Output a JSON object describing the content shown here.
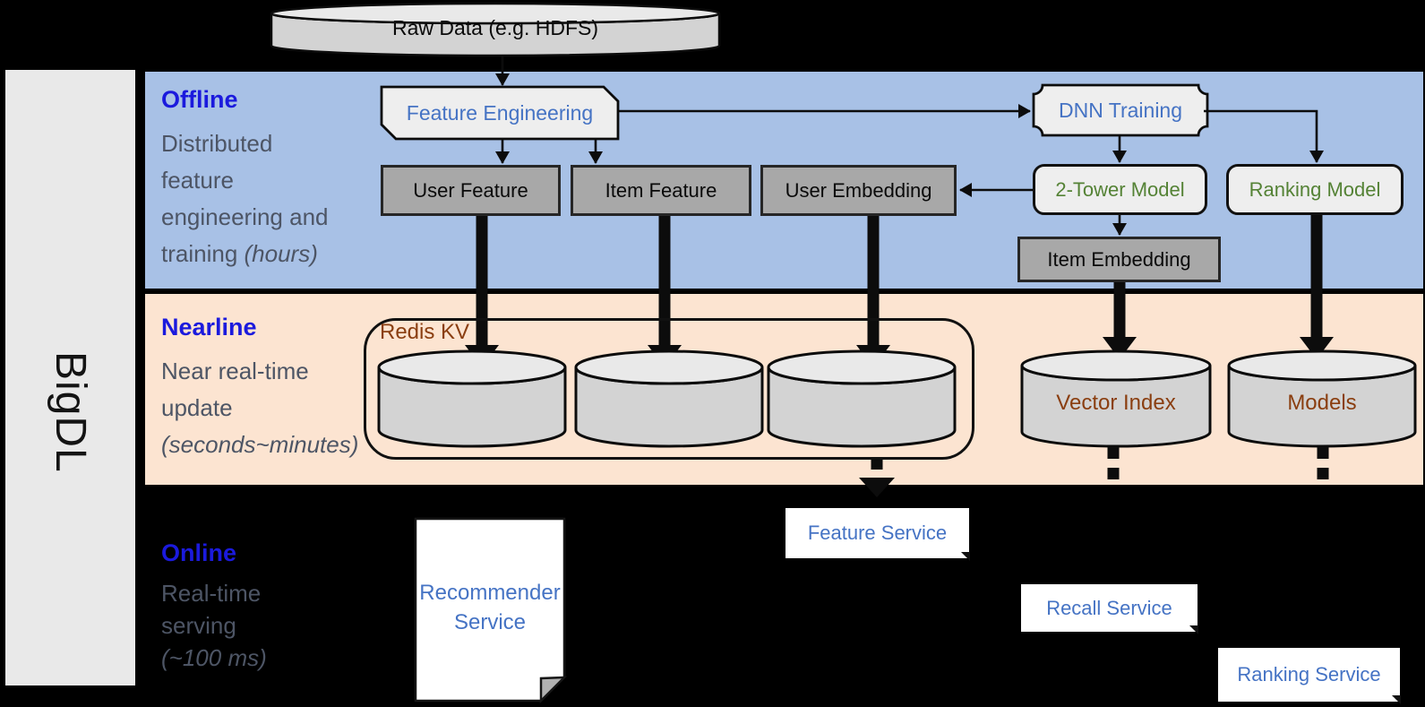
{
  "brand": {
    "label": "BigDL"
  },
  "colors": {
    "canvas_bg": "#000000",
    "sidebar_bg": "#e9e9e9",
    "offline_band": "#a8c1e6",
    "nearline_band": "#fce4d1",
    "heading_blue": "#1b1add",
    "desc_slate": "#4d5565",
    "node_blue": "#4573c4",
    "node_green": "#548235",
    "storage_brown": "#8a3e10",
    "gray_box": "#a8a8a8",
    "shape_fill": "#eeeeee",
    "cylinder_body": "#d3d3d3",
    "cylinder_top": "#e9e9e9"
  },
  "source": {
    "label": "Raw Data (e.g. HDFS)"
  },
  "offline": {
    "heading": "Offline",
    "description": [
      {
        "text": "Distributed"
      },
      {
        "text": "feature"
      },
      {
        "text": "engineering and"
      },
      {
        "text": "training ",
        "italic": "(hours)"
      }
    ],
    "nodes": {
      "feature_engineering": "Feature Engineering",
      "dnn_training": "DNN Training",
      "user_feature": "User Feature",
      "item_feature": "Item Feature",
      "user_embedding": "User Embedding",
      "two_tower_model": "2-Tower Model",
      "ranking_model": "Ranking Model",
      "item_embedding": "Item Embedding"
    }
  },
  "nearline": {
    "heading": "Nearline",
    "description": [
      {
        "text": "Near real-time"
      },
      {
        "text": "update"
      },
      {
        "italic": "(seconds~minutes)"
      }
    ],
    "redis_group": {
      "label": "Redis KV"
    },
    "stores": {
      "vector_index": "Vector Index",
      "models": "Models"
    }
  },
  "online": {
    "heading": "Online",
    "description": [
      {
        "text": "Real-time"
      },
      {
        "text": "serving"
      },
      {
        "italic": "(~100 ms)"
      }
    ],
    "services": {
      "recommender": "Recommender Service",
      "feature": "Feature Service",
      "recall": "Recall Service",
      "ranking": "Ranking Service"
    }
  }
}
